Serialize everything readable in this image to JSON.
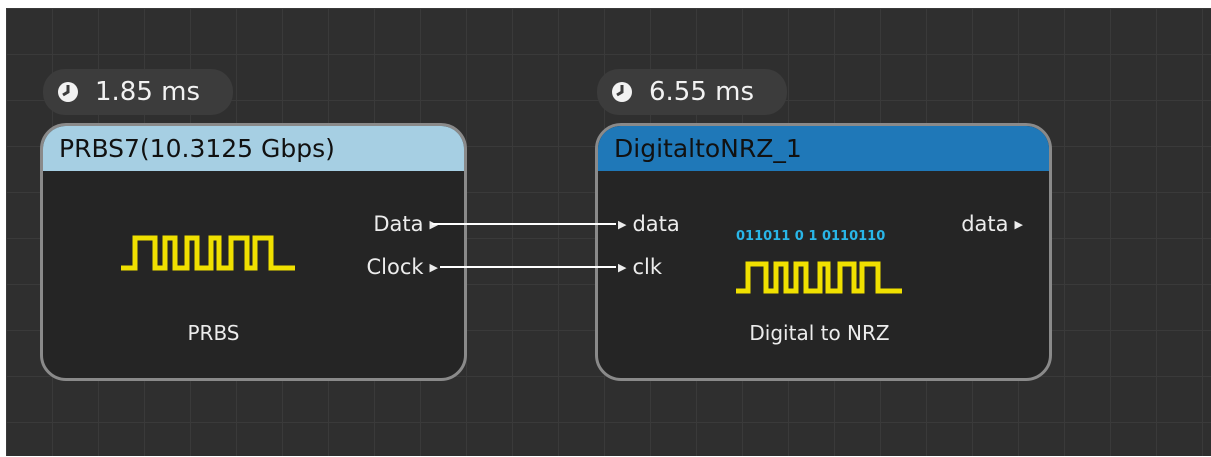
{
  "nodes": [
    {
      "timing": "1.85 ms",
      "title": "PRBS7(10.3125 Gbps)",
      "header_color": "#a6cfe3",
      "outputs": [
        "Data",
        "Clock"
      ],
      "label": "PRBS",
      "icon": "square-wave-icon"
    },
    {
      "timing": "6.55 ms",
      "title": "DigitaltoNRZ_1",
      "header_color": "#1f78b8",
      "inputs": [
        "data",
        "clk"
      ],
      "outputs": [
        "data"
      ],
      "bits": "011011 0 1 0110110",
      "label": "Digital to NRZ",
      "icon": "square-wave-icon"
    }
  ],
  "colors": {
    "canvas_bg": "#2f2f2f",
    "wave": "#f0e000",
    "bits": "#29b6e8",
    "wire": "#ffffff"
  }
}
